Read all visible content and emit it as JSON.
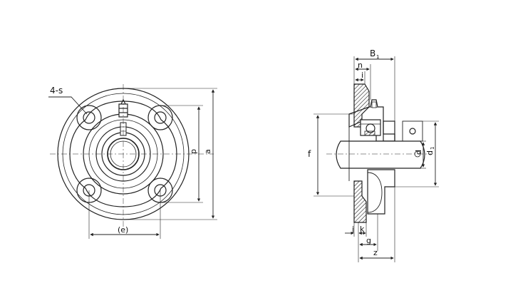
{
  "labels": {
    "bolt_holes": "4-s",
    "a": "a",
    "p": "p",
    "e": "(e)",
    "B1_main": "B",
    "B1_sub": "1",
    "n": "n",
    "i": "i",
    "f": "f",
    "d": "d",
    "d1_main": "d",
    "d1_sub": "1",
    "j": "j",
    "k": "k",
    "g": "g",
    "z": "z"
  },
  "colors": {
    "line": "#222222",
    "hatch": "#222222"
  }
}
